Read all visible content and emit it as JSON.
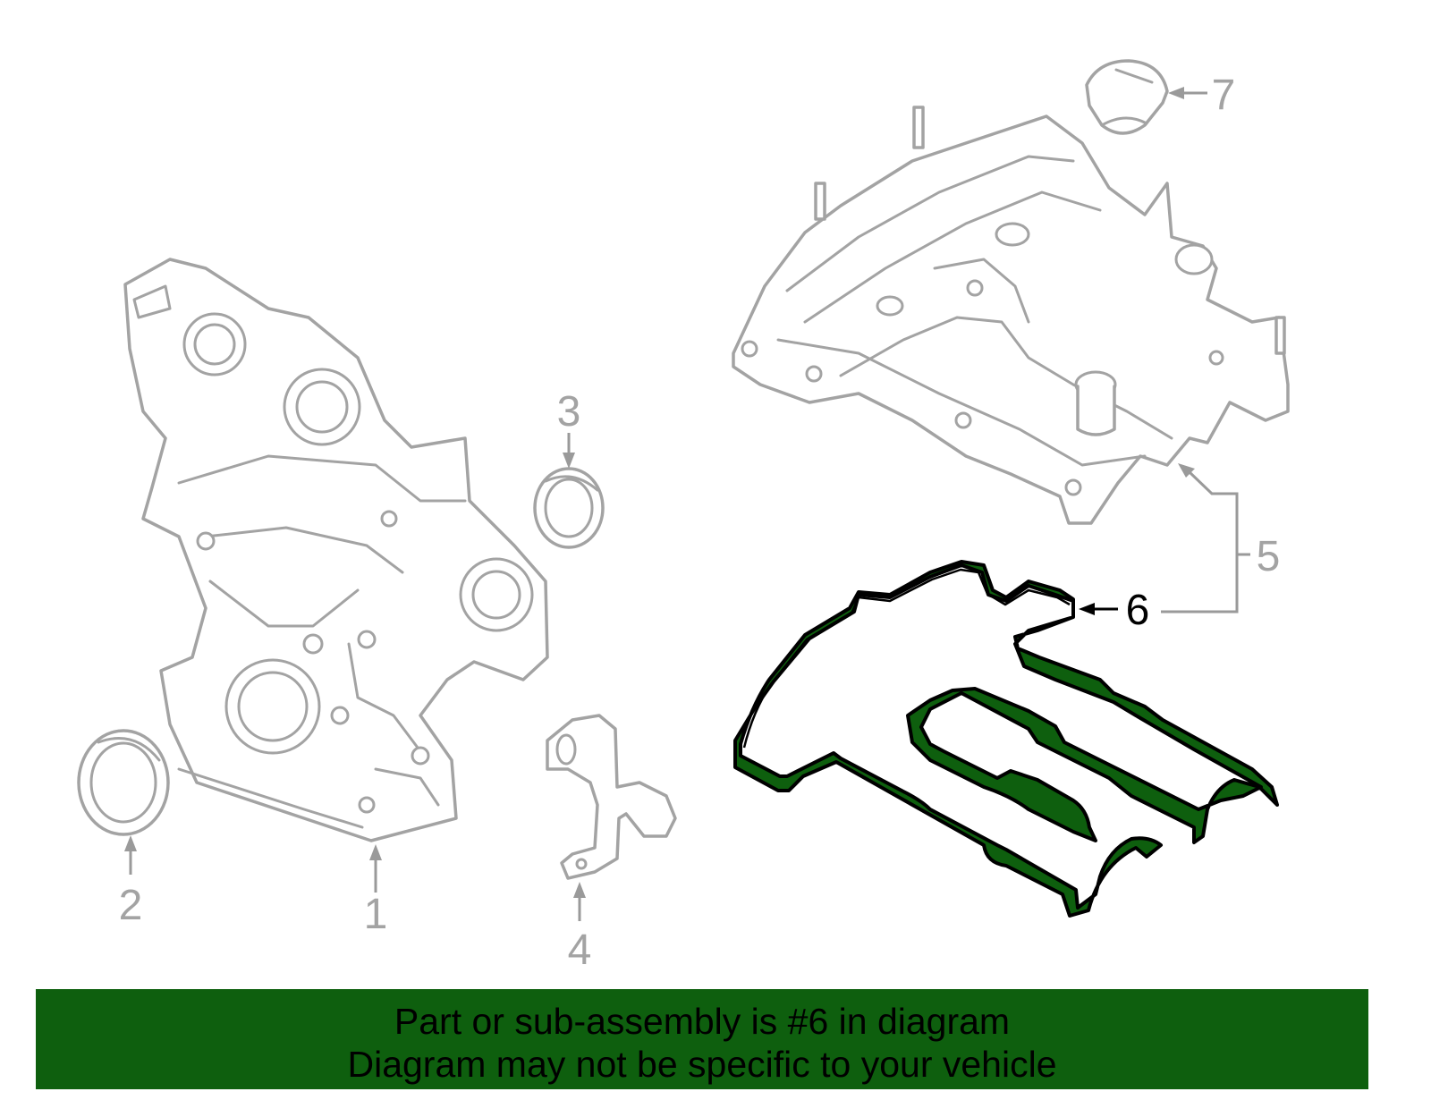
{
  "callouts": [
    {
      "id": "1",
      "label": "1"
    },
    {
      "id": "2",
      "label": "2"
    },
    {
      "id": "3",
      "label": "3"
    },
    {
      "id": "4",
      "label": "4"
    },
    {
      "id": "5",
      "label": "5"
    },
    {
      "id": "6",
      "label": "6"
    },
    {
      "id": "7",
      "label": "7"
    }
  ],
  "highlighted_callout": "6",
  "colors": {
    "highlight": "#0e5f0e",
    "part_outline": "#a3a3a3",
    "highlight_outline": "#000000"
  },
  "banner": {
    "line1": "Part or sub-assembly is #6 in diagram",
    "line2": "Diagram may not be specific to your vehicle"
  }
}
